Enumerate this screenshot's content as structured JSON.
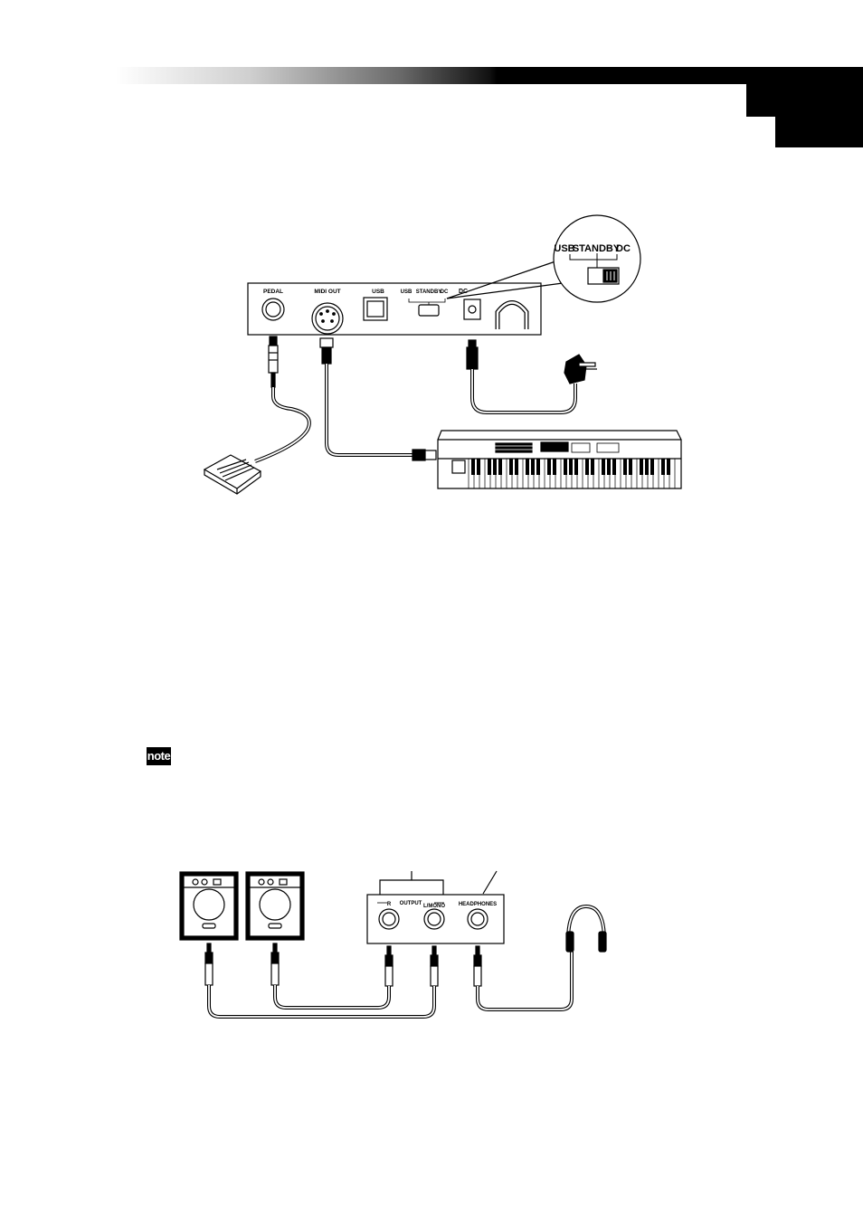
{
  "rear_panel": {
    "pedal_label": "PEDAL",
    "midi_out_label": "MIDI OUT",
    "usb_label": "USB",
    "switch_label_usb": "USB",
    "switch_label_standby": "STANDBY",
    "switch_label_dc": "DC",
    "dc_label": "DC"
  },
  "zoom_inset": {
    "usb": "USB",
    "standby": "STANDBY",
    "dc": "DC"
  },
  "output_panel": {
    "group_label": "OUTPUT",
    "r_label": "R",
    "l_mono_label": "L/MONO",
    "headphones_label": "HEADPHONES"
  },
  "note_icon": {
    "text": "note"
  }
}
